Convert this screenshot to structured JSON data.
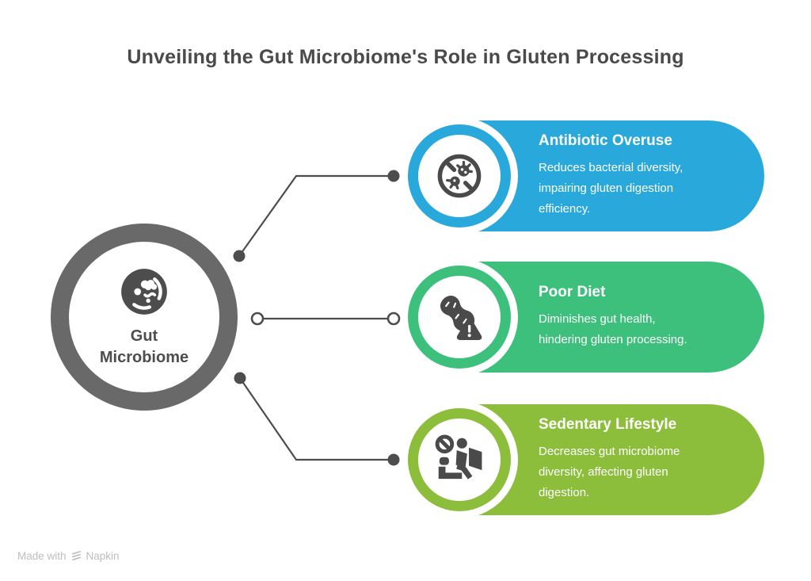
{
  "title": "Unveiling the Gut Microbiome's Role in Gluten Processing",
  "hub": {
    "label_lines": [
      "Gut",
      "Microbiome"
    ],
    "icon": "microbiome-icon",
    "ring_color": "#696969"
  },
  "cards": [
    {
      "title": "Antibiotic Overuse",
      "description_lines": [
        "Reduces bacterial diversity,",
        "impairing gluten digestion",
        "efficiency."
      ],
      "color": "#29A8DC",
      "icon": "no-bacteria-icon"
    },
    {
      "title": "Poor Diet",
      "description_lines": [
        "Diminishes gut health,",
        "hindering gluten processing."
      ],
      "color": "#3EC07D",
      "icon": "peanut-allergen-warning-icon"
    },
    {
      "title": "Sedentary Lifestyle",
      "description_lines": [
        "Decreases gut microbiome",
        "diversity, affecting gluten",
        "digestion."
      ],
      "color": "#8CBE3C",
      "icon": "sedentary-person-icon"
    }
  ],
  "footer": {
    "made_with": "Made with",
    "brand": "Napkin",
    "icon": "napkin-logo-icon"
  },
  "colors": {
    "card_blue": "#29A8DC",
    "card_green": "#3EC07D",
    "card_olive": "#8CBE3C",
    "hub_ring": "#696969",
    "connector": "#4D4D4D",
    "title_text": "#4A4A4A",
    "card_text": "#FFFFFF",
    "footer_text": "#BDBDBD"
  }
}
